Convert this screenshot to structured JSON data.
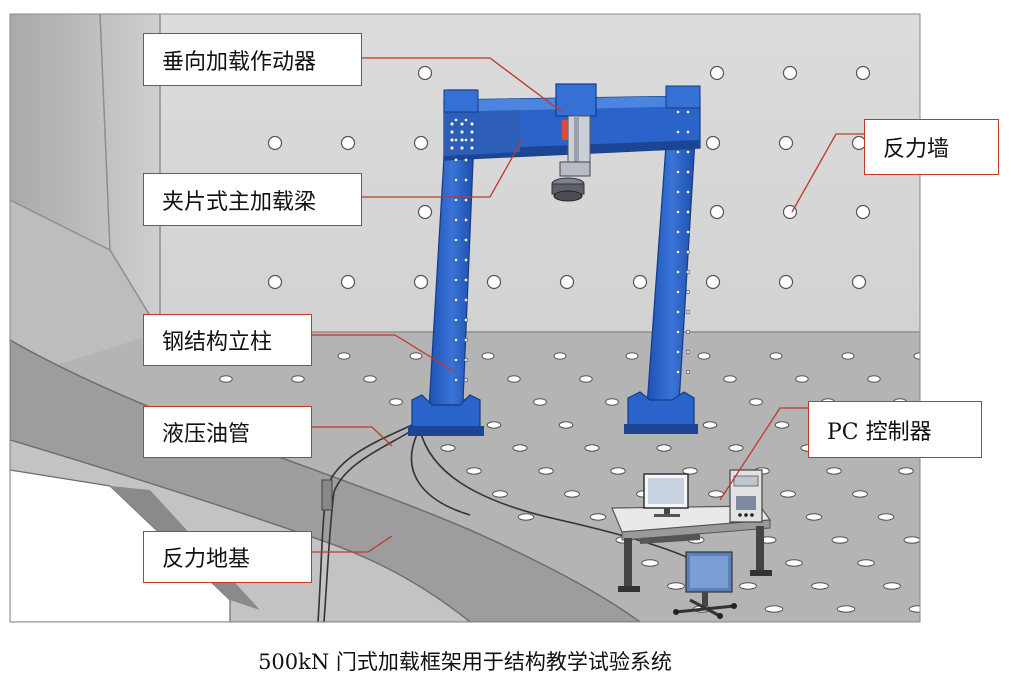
{
  "labels": {
    "actuator": "垂向加载作动器",
    "main_beam": "夹片式主加载梁",
    "column": "钢结构立柱",
    "hydraulic_hose": "液压油管",
    "reaction_base": "反力地基",
    "reaction_wall": "反力墙",
    "pc_controller": "PC 控制器"
  },
  "caption": "500kN 门式加载框架用于结构教学试验系统",
  "colors": {
    "frame_blue": "#2a63c9",
    "frame_dark": "#1c4596",
    "wall_gray": "#d9d9d9",
    "floor_gray": "#b2b2b2",
    "leader_red": "#c0392b"
  }
}
